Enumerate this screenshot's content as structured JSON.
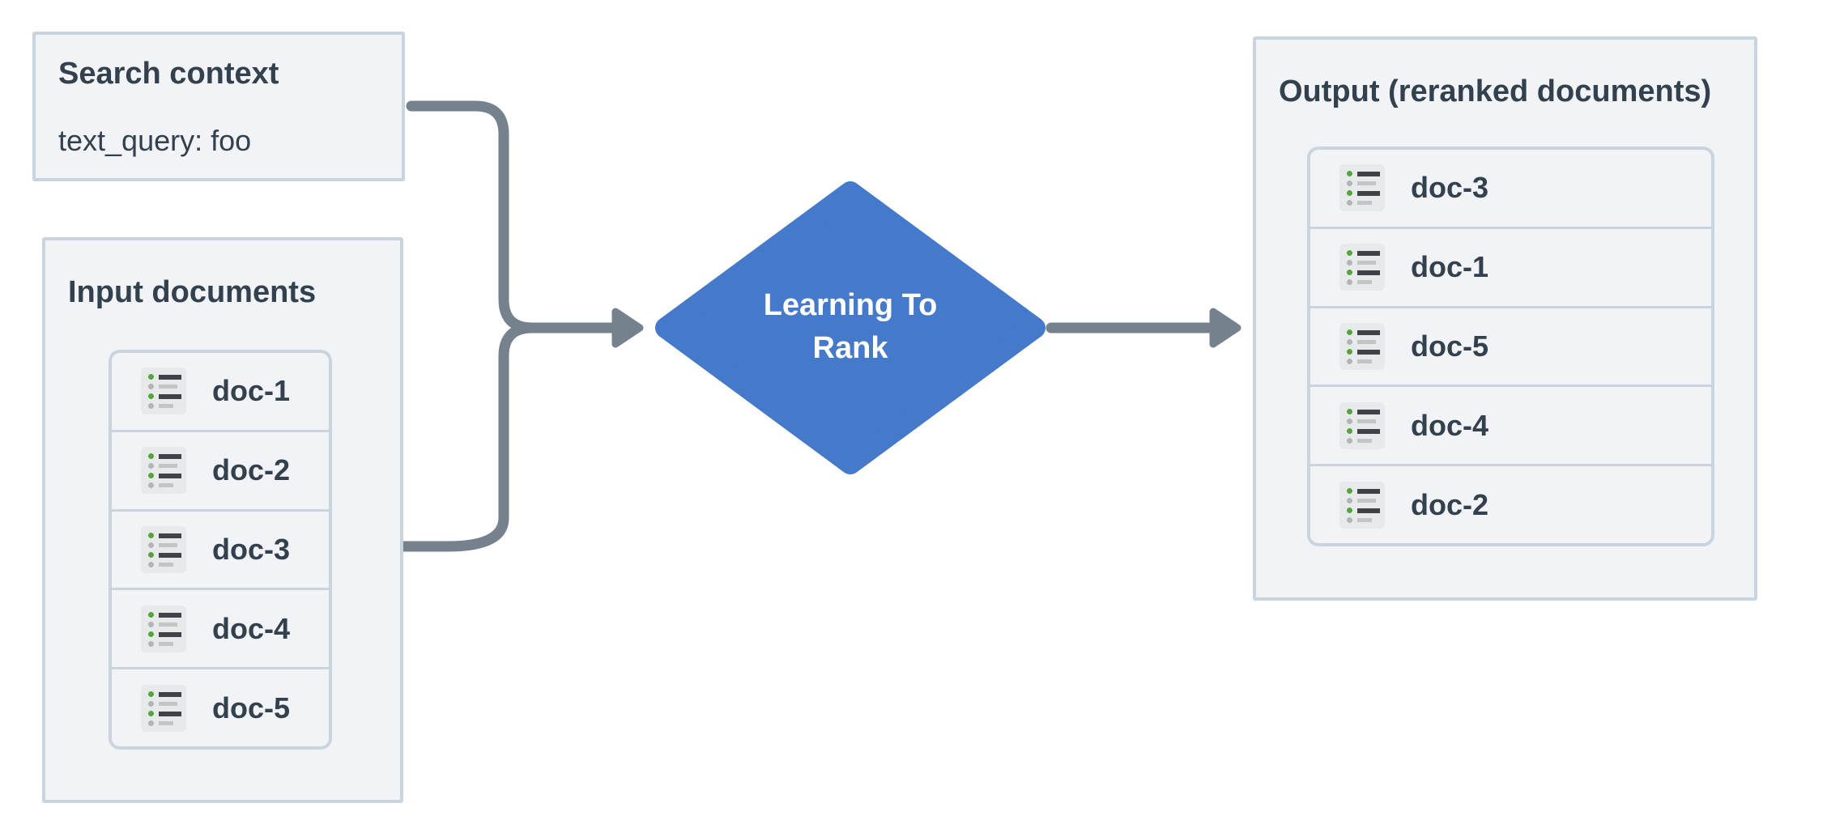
{
  "diagram": {
    "type": "flowchart",
    "colors": {
      "background": "#ffffff",
      "box_fill": "#f1f3f6",
      "box_border": "#c9d4de",
      "text_dark": "#33404d",
      "arrow_gray": "#76818e",
      "diamond_blue": "#4579c9",
      "icon_background": "#e8e9ea",
      "icon_dot_green": "#55a53c"
    },
    "flow": [
      {
        "from": "search-context",
        "to": "learning-to-rank"
      },
      {
        "from": "input-documents",
        "to": "learning-to-rank"
      },
      {
        "from": "learning-to-rank",
        "to": "output-reranked-documents"
      }
    ]
  },
  "search_context": {
    "title": "Search context",
    "query": "text_query: foo"
  },
  "input_documents": {
    "title": "Input documents",
    "items": [
      {
        "label": "doc-1"
      },
      {
        "label": "doc-2"
      },
      {
        "label": "doc-3"
      },
      {
        "label": "doc-4"
      },
      {
        "label": "doc-5"
      }
    ]
  },
  "process": {
    "label": "Learning To Rank",
    "lines": [
      "Learning To",
      "Rank"
    ]
  },
  "output_documents": {
    "title": "Output (reranked documents)",
    "items": [
      {
        "label": "doc-3"
      },
      {
        "label": "doc-1"
      },
      {
        "label": "doc-5"
      },
      {
        "label": "doc-4"
      },
      {
        "label": "doc-2"
      }
    ]
  }
}
